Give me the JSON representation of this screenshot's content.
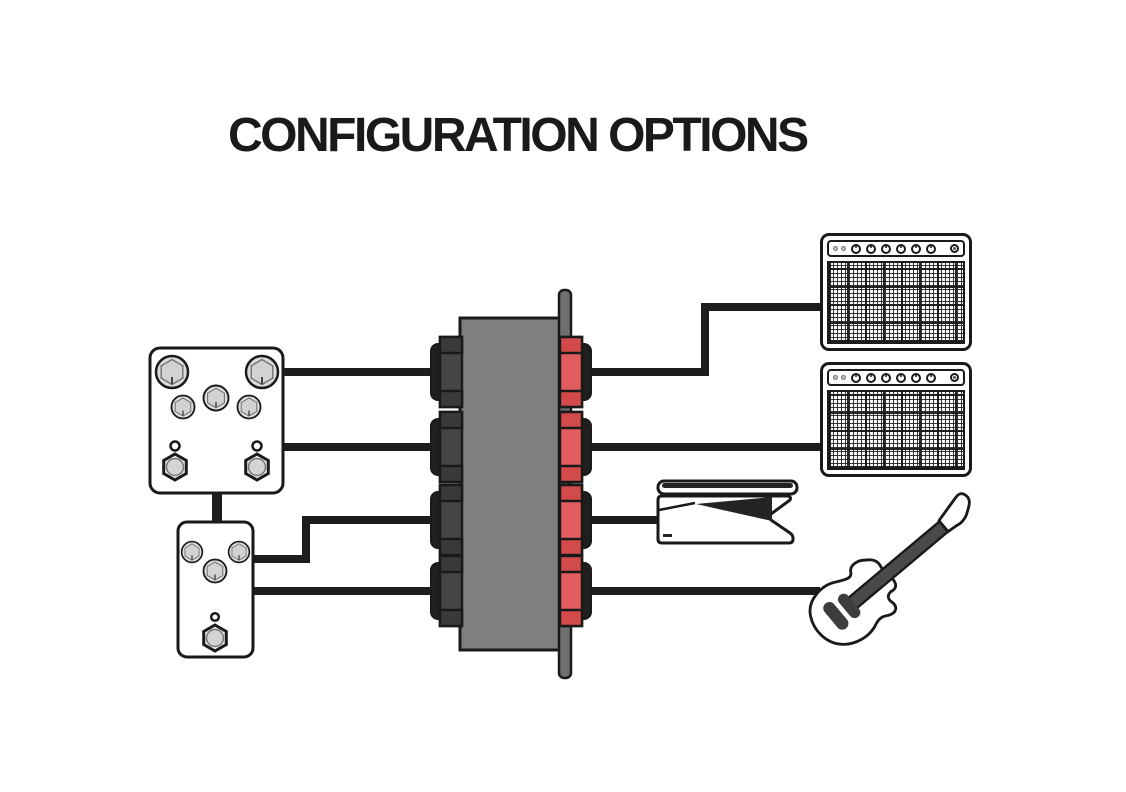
{
  "title": "CONFIGURATION OPTIONS",
  "colors": {
    "background": "#ffffff",
    "outline": "#1a1a1a",
    "cable": "#1d1d1d",
    "box-gray": "#7f7f7f",
    "plate-gray": "#6f6f6f",
    "jack-cap": "#1f1f1f",
    "jack-red": "#e25d5d",
    "jack-red-dark": "#d34a4a"
  },
  "components": {
    "large_pedal": "dual-footswitch-effects-pedal",
    "small_pedal": "single-footswitch-effects-pedal",
    "junction_box": "patch-interface-with-mounting-plate",
    "input_jack_count": 4,
    "output_jack_count": 4,
    "amplifier_count": 2,
    "amplifier_knob_count": 6,
    "volume_pedal": "expression-volume-pedal",
    "guitar": "electric-guitar"
  }
}
